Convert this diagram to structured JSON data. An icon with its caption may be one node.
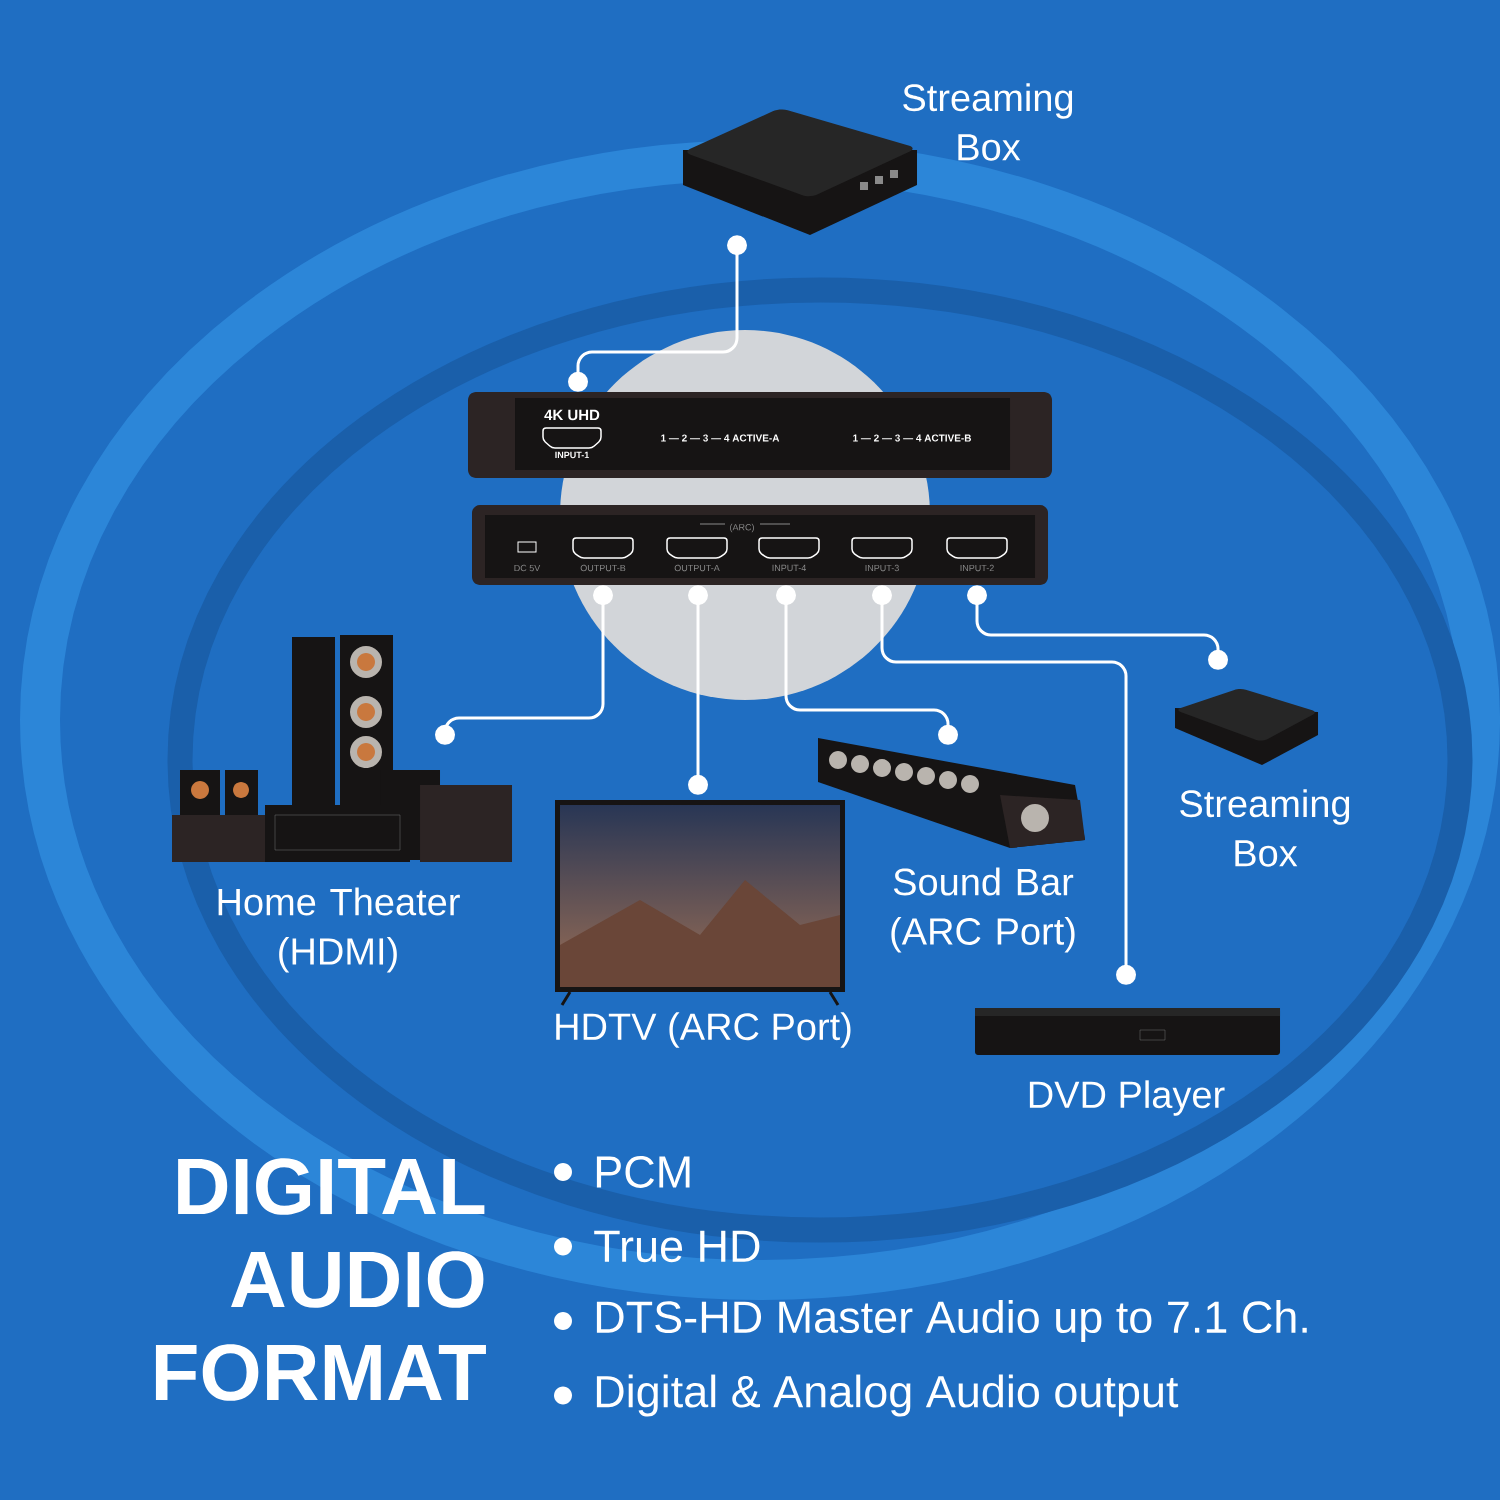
{
  "diagram": {
    "title": "DIGITAL AUDIO FORMAT",
    "nodes": [
      {
        "text": [
          "Streaming Box"
        ]
      },
      {
        "text": [
          "4K UHD",
          "INPUT-1",
          "1 — 2 — 3 — 4 ACTIVE-A",
          "1 — 2 — 3 — 4 ACTIVE-B"
        ]
      },
      {
        "text": [
          "DC 5V",
          "OUTPUT-B",
          "(ARC)",
          "OUTPUT-A",
          "INPUT-4",
          "INPUT-3",
          "INPUT-2"
        ]
      },
      {
        "text": [
          "Home Theater (HDMI)"
        ]
      },
      {
        "text": [
          "HDTV (ARC Port)"
        ]
      },
      {
        "text": [
          "Sound Bar (ARC Port)"
        ]
      },
      {
        "text": [
          "Streaming Box"
        ]
      },
      {
        "text": [
          "DVD Player"
        ]
      }
    ],
    "edges": [
      {
        "from": 0,
        "to": 1,
        "arrow": "other"
      },
      {
        "from": 2,
        "to": 3,
        "arrow": "other"
      },
      {
        "from": 2,
        "to": 4,
        "arrow": "other"
      },
      {
        "from": 2,
        "to": 5,
        "arrow": "other"
      },
      {
        "from": 2,
        "to": 7,
        "arrow": "other"
      },
      {
        "from": 2,
        "to": 6,
        "arrow": "other"
      }
    ],
    "labels": [
      "PCM",
      "True HD",
      "DTS-HD Master Audio up to 7.1 Ch.",
      "Digital & Analog Audio output"
    ]
  }
}
